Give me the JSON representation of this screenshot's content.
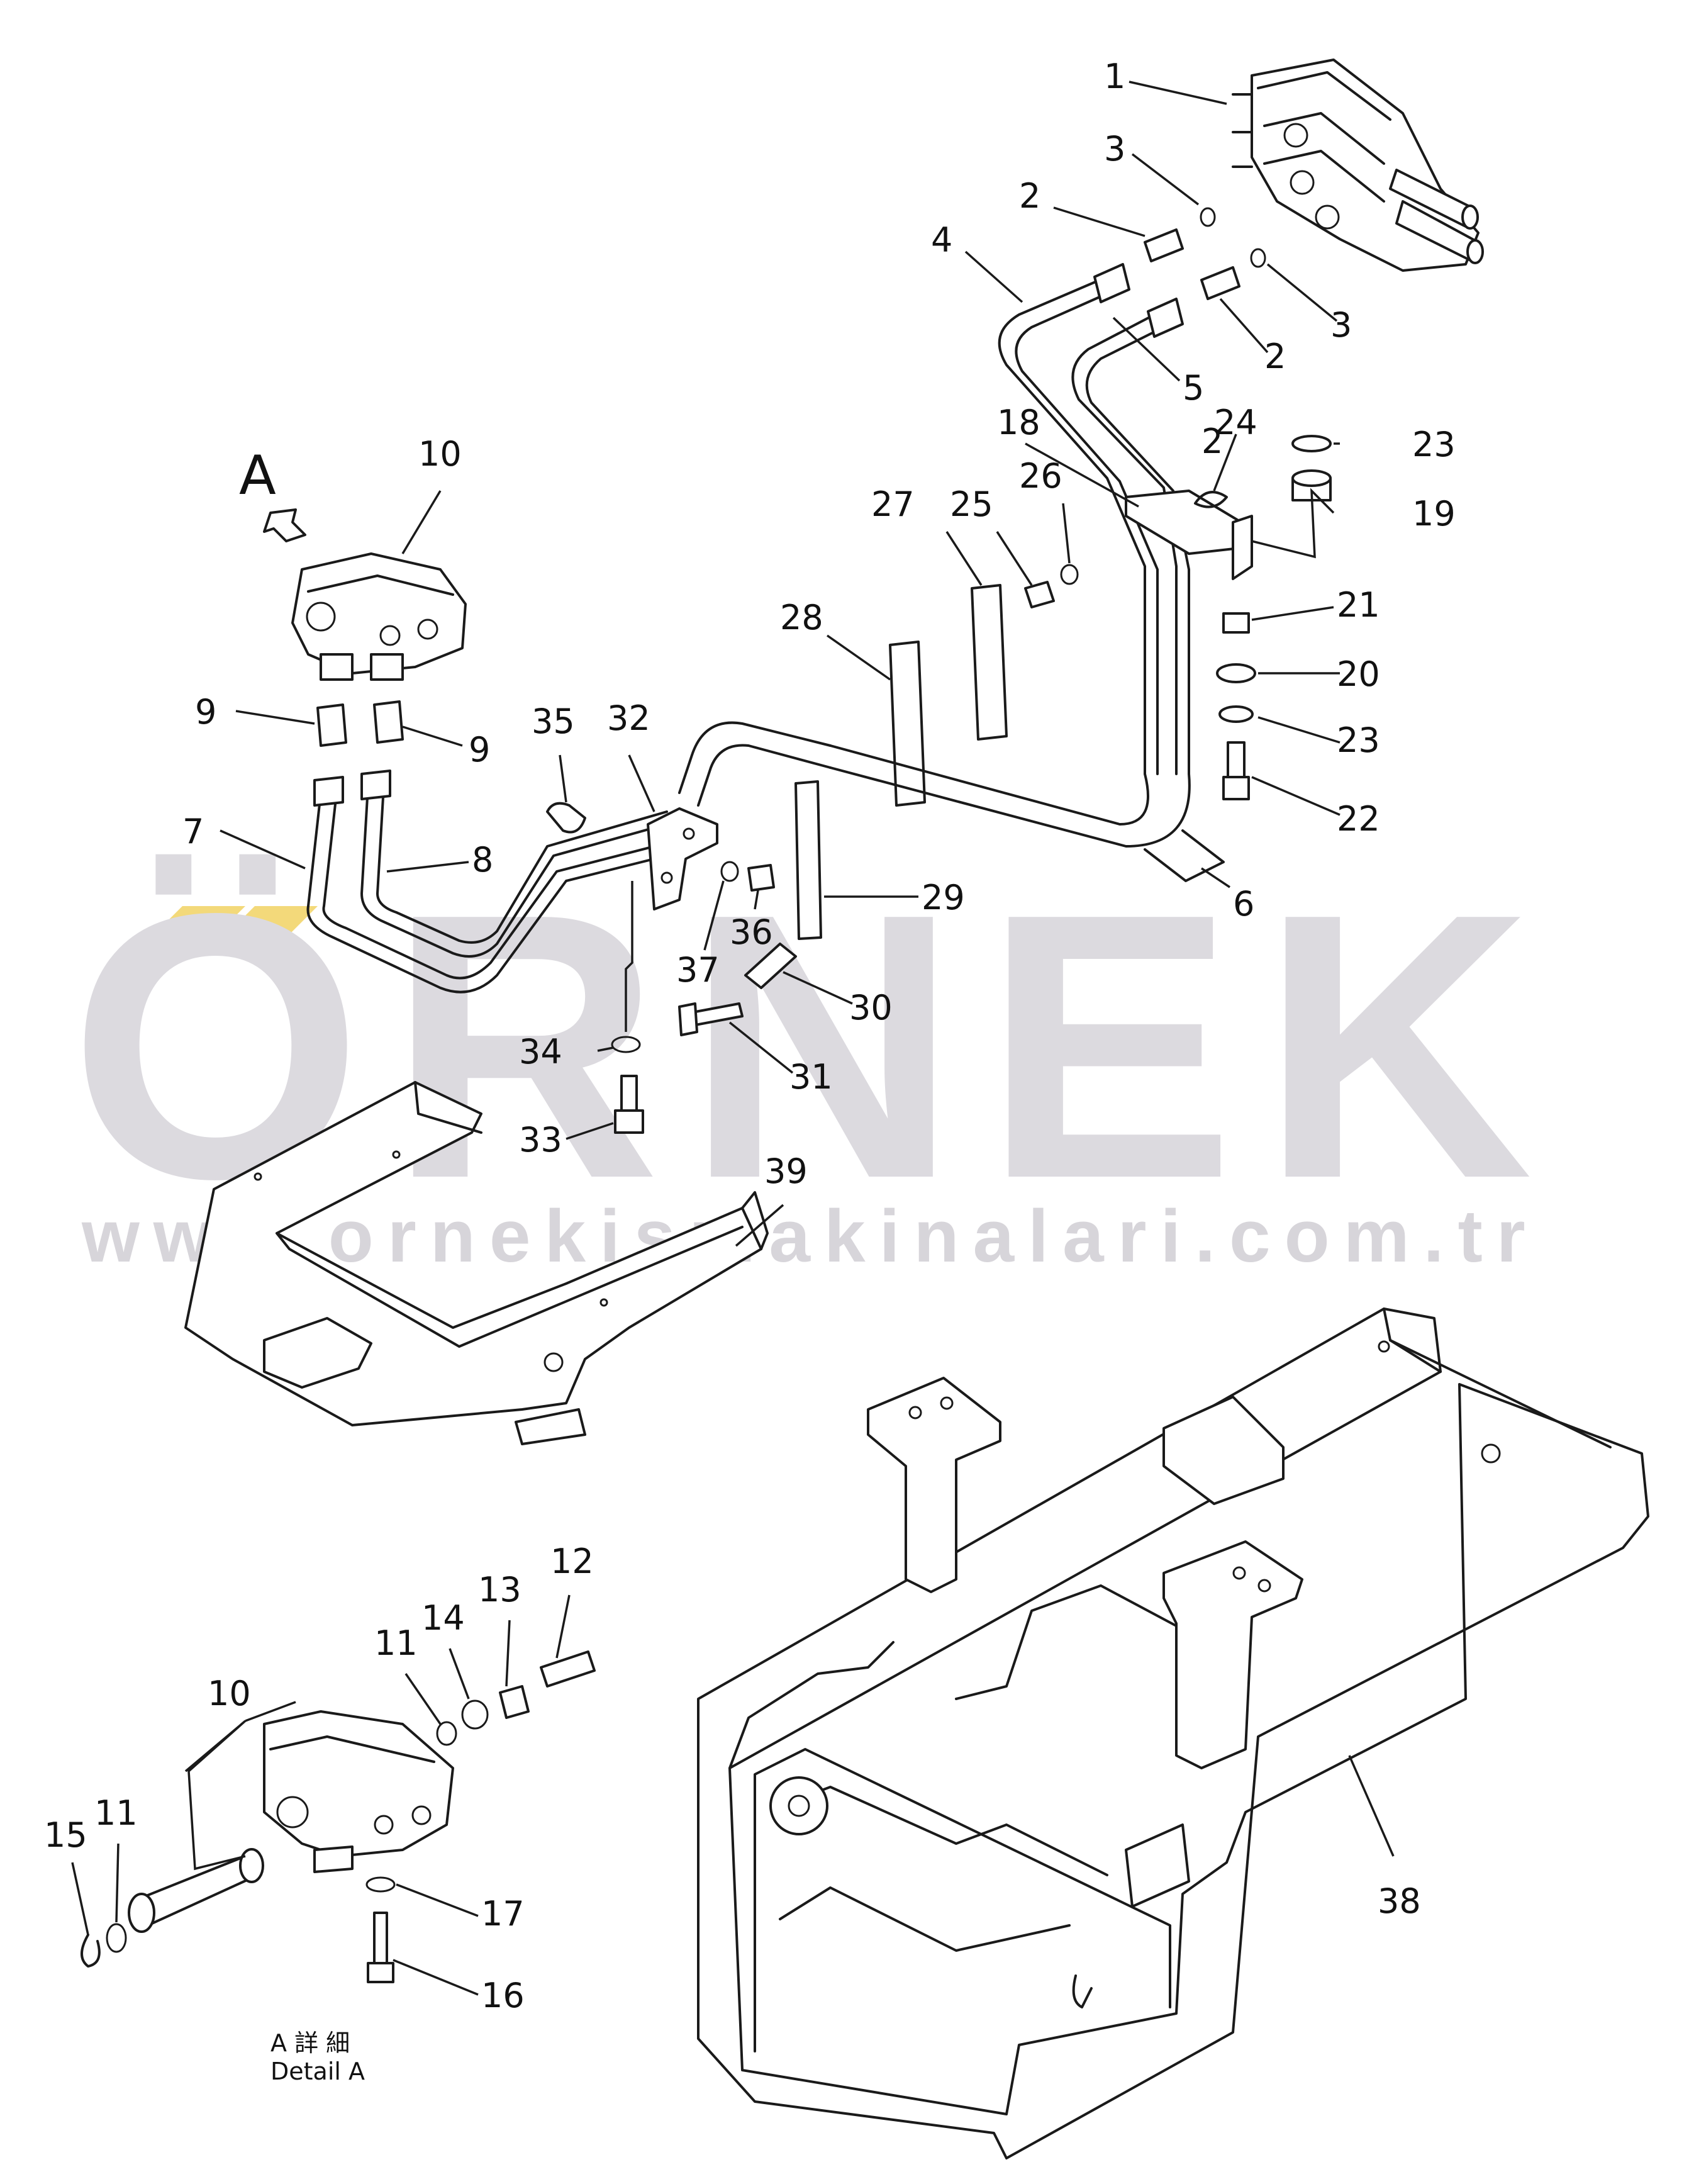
{
  "watermark": {
    "brand": "ÖRNEK",
    "url": "www.ornekismakinalari.com.tr",
    "accent_color": "#f3d97a",
    "text_color": "#dcdadf"
  },
  "view_label": "A",
  "detail_caption": {
    "line1": "A 詳 細",
    "line2": "Detail A"
  },
  "callouts": [
    "1",
    "2",
    "3",
    "2",
    "3",
    "4",
    "5",
    "2",
    "18",
    "24",
    "23",
    "19",
    "26",
    "25",
    "27",
    "21",
    "28",
    "20",
    "23",
    "22",
    "10",
    "9",
    "9",
    "35",
    "32",
    "7",
    "8",
    "6",
    "29",
    "36",
    "37",
    "30",
    "34",
    "31",
    "33",
    "39",
    "38",
    "12",
    "13",
    "14",
    "11",
    "10",
    "11",
    "15",
    "17",
    "16"
  ]
}
